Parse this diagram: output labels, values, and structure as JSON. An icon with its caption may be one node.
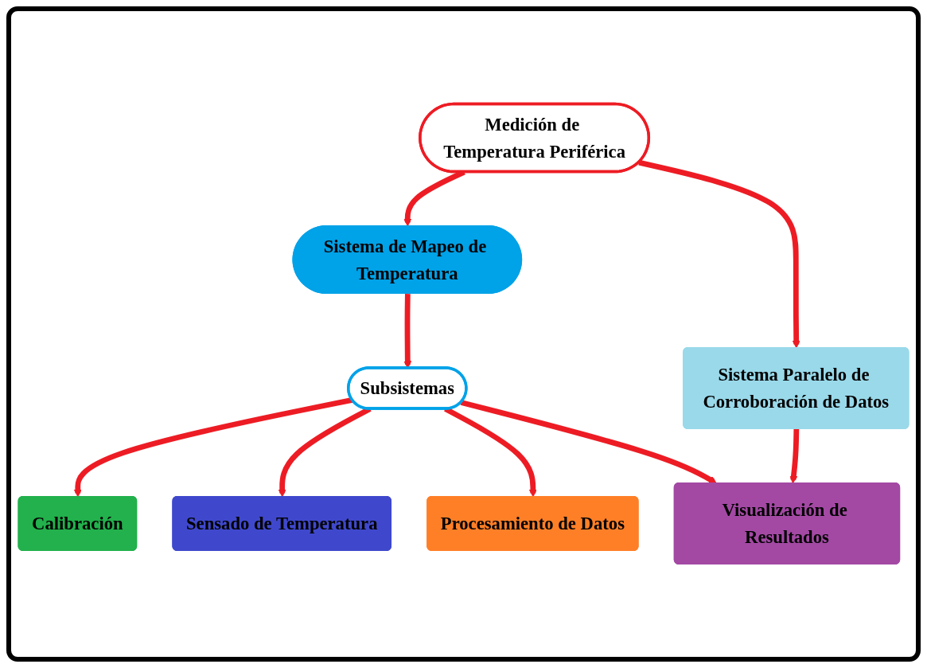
{
  "diagram": {
    "nodes": [
      {
        "text": [
          "Medición de Temperatura Periférica"
        ]
      },
      {
        "text": [
          "Sistema de Mapeo de Temperatura"
        ]
      },
      {
        "text": [
          "Subsistemas"
        ]
      },
      {
        "text": [
          "Sistema Paralelo de Corroboración de Datos"
        ]
      },
      {
        "text": [
          "Calibración"
        ]
      },
      {
        "text": [
          "Sensado de Temperatura"
        ]
      },
      {
        "text": [
          "Procesamiento de Datos"
        ]
      },
      {
        "text": [
          "Visualización de Resultados"
        ]
      }
    ],
    "edges": [
      {
        "from": 0,
        "to": 1,
        "arrow": "to"
      },
      {
        "from": 0,
        "to": 3,
        "arrow": "to"
      },
      {
        "from": 1,
        "to": 2,
        "arrow": "to"
      },
      {
        "from": 2,
        "to": 4,
        "arrow": "to"
      },
      {
        "from": 2,
        "to": 5,
        "arrow": "to"
      },
      {
        "from": 2,
        "to": 6,
        "arrow": "to"
      },
      {
        "from": 2,
        "to": 7,
        "arrow": "to"
      },
      {
        "from": 3,
        "to": 7,
        "arrow": "to"
      }
    ]
  }
}
